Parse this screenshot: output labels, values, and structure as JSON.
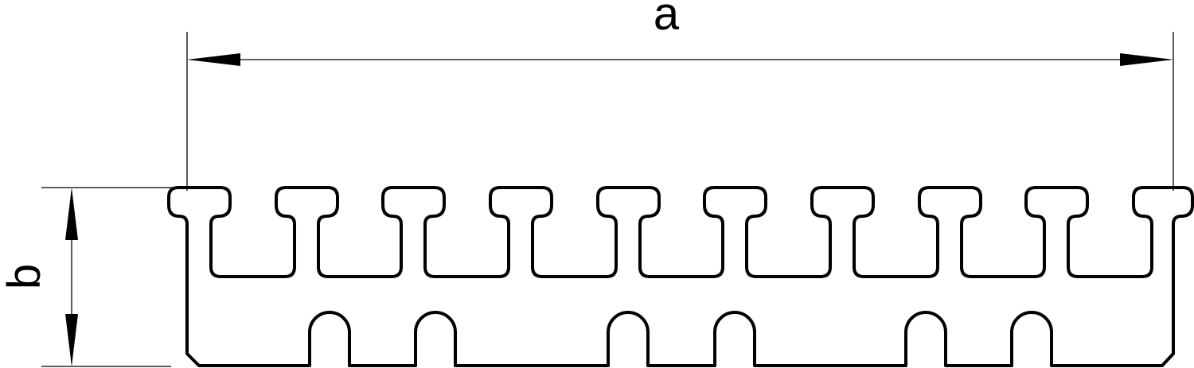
{
  "dimensions": {
    "width_label": "a",
    "height_label": "b"
  },
  "profile": {
    "top_slots_count": 10,
    "bottom_grooves_count": 6
  },
  "colors": {
    "line": "#000000",
    "background": "#ffffff"
  }
}
